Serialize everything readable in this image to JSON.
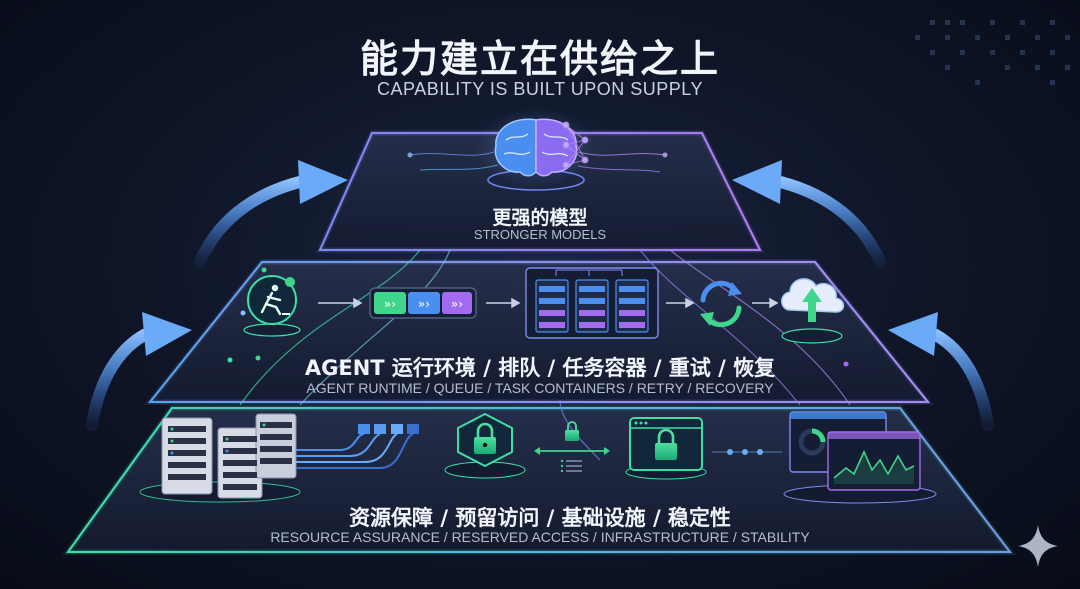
{
  "title": "能力建立在供给之上",
  "subtitle": "CAPABILITY IS BUILT UPON SUPPLY",
  "tiers": [
    {
      "label_zh": "更强的模型",
      "label_en": "STRONGER MODELS",
      "icons": [
        "brain-icon",
        "neural-network-icon"
      ]
    },
    {
      "label_zh": "AGENT 运行环境 / 排队 / 任务容器 / 重试 / 恢复",
      "label_en": "AGENT RUNTIME / QUEUE / TASK CONTAINERS / RETRY / RECOVERY",
      "icons": [
        "agent-runner-icon",
        "queue-chevrons-icon",
        "task-containers-icon",
        "retry-cycle-icon",
        "cloud-upload-icon"
      ]
    },
    {
      "label_zh": "资源保障 / 预留访问 / 基础设施 / 稳定性",
      "label_en": "RESOURCE ASSURANCE / RESERVED ACCESS / INFRASTRUCTURE / STABILITY",
      "icons": [
        "server-rack-icon",
        "network-cable-icon",
        "shield-lock-icon",
        "exchange-lock-icon",
        "browser-lock-icon",
        "monitoring-dashboard-icon"
      ]
    }
  ],
  "colors": {
    "tier_top": "#8a6cf0",
    "tier_mid": "#7c8cf0",
    "tier_base": "#39d9a8",
    "arrow": "#4a8ff0",
    "accent_green": "#3fd58a",
    "accent_purple": "#a36cf0"
  }
}
